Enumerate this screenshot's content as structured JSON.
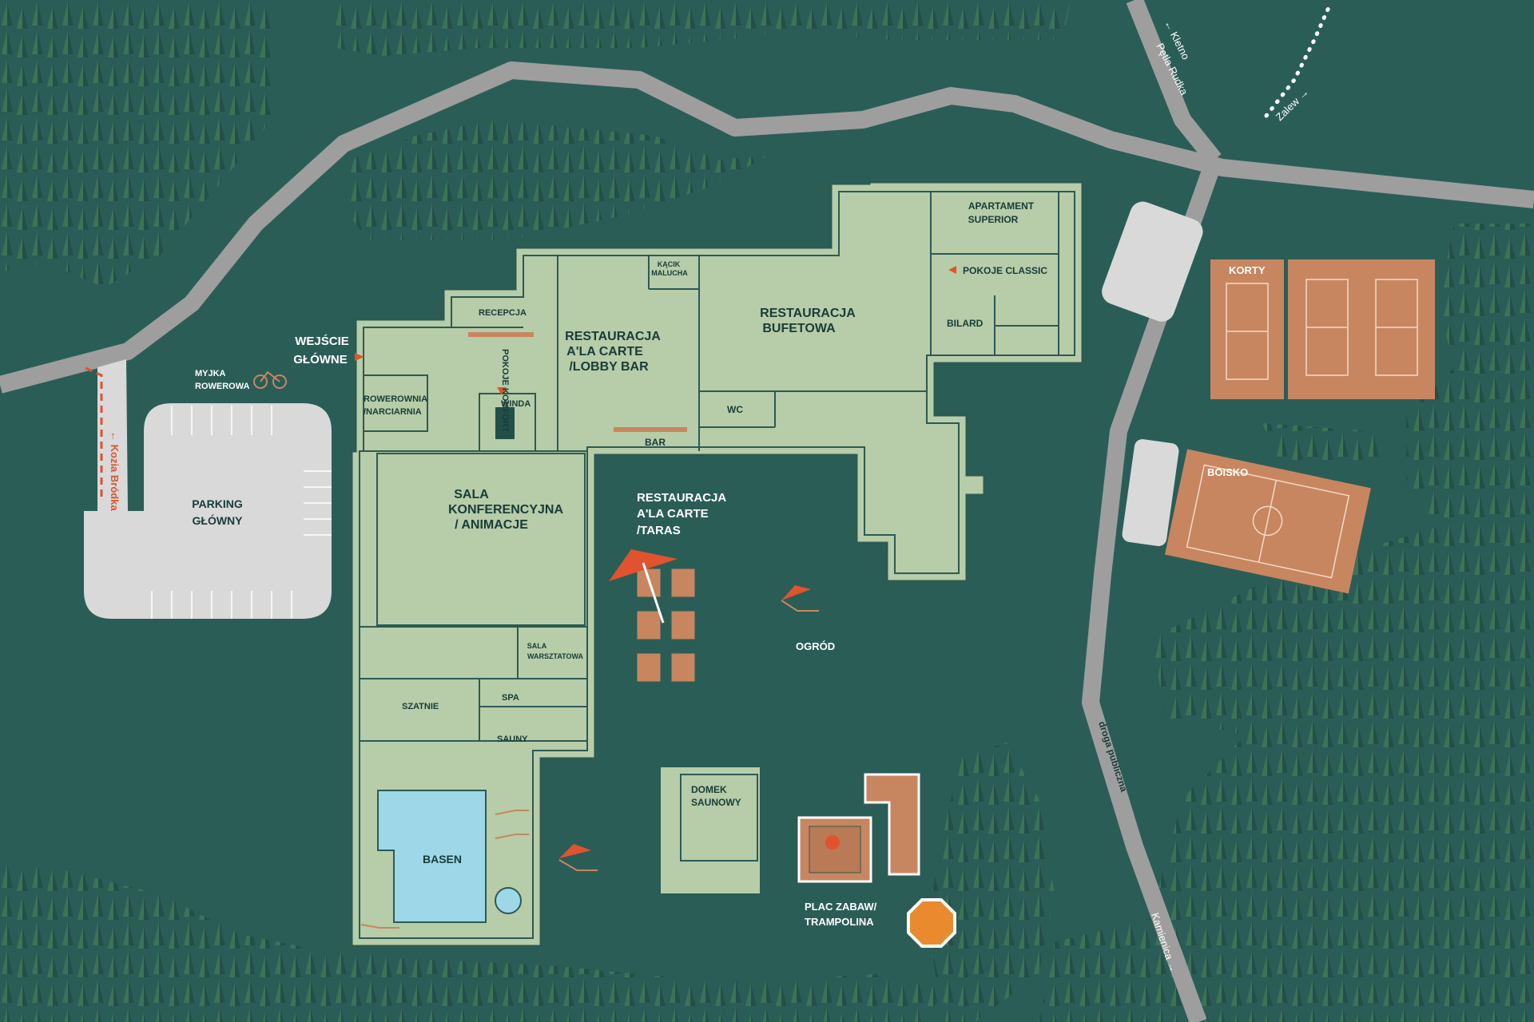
{
  "title": "Mapa ośrodka",
  "colors": {
    "background": "#2b5d57",
    "forest_dark": "#234f49",
    "forest_light": "#3c7357",
    "road": "#9e9e9e",
    "building_fill": "#b7cca8",
    "building_wall": "#2c5a53",
    "parking": "#d9d9d9",
    "court": "#c78660",
    "pool": "#9ed7e8",
    "accent_red": "#e0532e",
    "text_dark": "#183c38"
  },
  "labels": {
    "wejscie_1": "WEJŚCIE",
    "wejscie_2": "GŁÓWNE",
    "myjka_1": "MYJKA",
    "myjka_2": "ROWEROWA",
    "parking_1": "PARKING",
    "parking_2": "GŁÓWNY",
    "kozia": "← Kozia Bródka",
    "kletno": "← Kletno",
    "petla": "Pętla Rudka",
    "zalew": "Zalew →",
    "droga": "droga publiczna",
    "kamienica": "Kamienica →",
    "rowerownia_1": "ROWEROWNIA",
    "rowerownia_2": "/NARCIARNIA",
    "recepcja": "RECEPCJA",
    "pokoje_komfort": "POKOJE KOMFORT",
    "winda": "WINDA",
    "rest_1": "RESTAURACJA",
    "rest_2": "A'LA CARTE",
    "rest_3": "/LOBBY BAR",
    "kacik_1": "KĄCIK",
    "kacik_2": "MALUCHA",
    "bufet_1": "RESTAURACJA",
    "bufet_2": "BUFETOWA",
    "apart_1": "APARTAMENT",
    "apart_2": "SUPERIOR",
    "pokoje_classic": "POKOJE CLASSIC",
    "bilard": "BILARD",
    "wc": "WC",
    "bar": "BAR",
    "sala_1": "SALA",
    "sala_2": "KONFERENCYJNA",
    "sala_3": "/ ANIMACJE",
    "warsztat_1": "SALA",
    "warsztat_2": "WARSZTATOWA",
    "szatnie": "SZATNIE",
    "spa": "SPA",
    "sauny": "SAUNY",
    "basen": "BASEN",
    "taras_1": "RESTAURACJA",
    "taras_2": "A'LA CARTE",
    "taras_3": "/TARAS",
    "ogrod": "OGRÓD",
    "domek_1": "DOMEK",
    "domek_2": "SAUNOWY",
    "plac_1": "PLAC ZABAW/",
    "plac_2": "TRAMPOLINA",
    "korty": "KORTY",
    "boisko": "BOISKO"
  }
}
